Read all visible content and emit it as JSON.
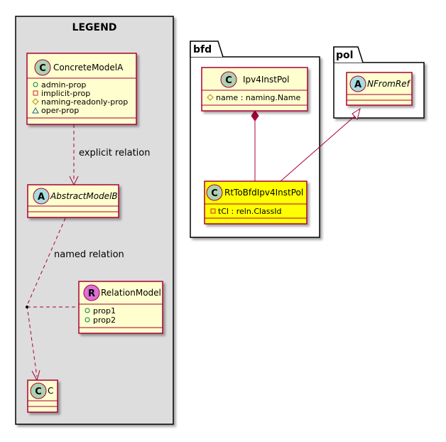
{
  "colors": {
    "class_fill": "#FEFECE",
    "highlight_fill": "#FFFF00",
    "border": "#A80036",
    "legend_bg": "#DDDDDD",
    "circle_C": "#ADD1B2",
    "circle_A": "#A9DCDF",
    "circle_R": "#DA70D6"
  },
  "legend": {
    "title": "LEGEND",
    "concrete": {
      "stereotype": "C",
      "name": "ConcreteModelA",
      "attributes": [
        {
          "icon": "public-circle",
          "text": "admin-prop"
        },
        {
          "icon": "private-square",
          "text": "implicit-prop"
        },
        {
          "icon": "protected-diamond",
          "text": "naming-readonly-prop"
        },
        {
          "icon": "package-triangle",
          "text": "oper-prop"
        }
      ]
    },
    "abstract": {
      "stereotype": "A",
      "name": "AbstractModelB"
    },
    "relation_model": {
      "stereotype": "R",
      "name": "RelationModel",
      "attributes": [
        {
          "icon": "public-circle",
          "text": "prop1"
        },
        {
          "icon": "public-circle",
          "text": "prop2"
        }
      ]
    },
    "c_class": {
      "stereotype": "C",
      "name": "C"
    },
    "explicit_label": "explicit relation",
    "named_label": "named relation"
  },
  "bfd": {
    "name": "bfd",
    "ipv4": {
      "stereotype": "C",
      "name": "Ipv4InstPol",
      "attributes": [
        {
          "icon": "protected-diamond",
          "text": "name : naming.Name"
        }
      ]
    },
    "rt": {
      "stereotype": "C",
      "name": "RtToBfdIpv4InstPol",
      "attributes": [
        {
          "icon": "private-square",
          "text": "tCl : reln.ClassId"
        }
      ]
    }
  },
  "pol": {
    "name": "pol",
    "nfrom": {
      "stereotype": "A",
      "name": "NFromRef"
    }
  }
}
